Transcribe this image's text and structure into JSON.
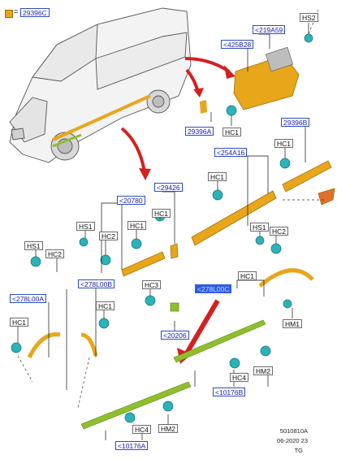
{
  "legend": {
    "equals": "=",
    "code": "29396C"
  },
  "labels": {
    "l219A59": "<219A59",
    "lHS2": "HS2",
    "l425B28": "<425B28",
    "l29396A": "29396A",
    "lHC1a": "HC1",
    "l29396B": "29396B",
    "lHC1b": "HC1",
    "l254A16": "<254A16",
    "lHC1c": "HC1",
    "l29426": "<29426",
    "l20780": "<20780",
    "lHC1d": "HC1",
    "lHS1a": "HS1",
    "lHC1e": "HC1",
    "lHC2a": "HC2",
    "lHS1b": "HS1",
    "lHC2b": "HC2",
    "lHS1c": "HS1",
    "lHC2c": "HC2",
    "l278L00B": "<278L00B",
    "lHC3": "HC3",
    "lHC1f": "HC1",
    "l278L00C": "<278L00C",
    "lHC1g": "HC1",
    "l278L00A": "<278L00A",
    "lHC1h": "HC1",
    "l20206": "<20206",
    "lHM1": "HM1",
    "lHM2a": "HM2",
    "lHC4a": "HC4",
    "l10176B": "<10176B",
    "lHC4b": "HC4",
    "lHM2b": "HM2",
    "l10176A": "<10176A"
  },
  "footer": {
    "ref": "5010810A",
    "date": "06-2020 23",
    "initials": "TG"
  },
  "colors": {
    "part": "#e8a61b",
    "fastener": "#2bb3b8",
    "arrow": "#d42020",
    "line": "#111111",
    "label_border": "#2a4ec2",
    "highlight": "#2f5bea",
    "strip": "#8fbf2e"
  }
}
